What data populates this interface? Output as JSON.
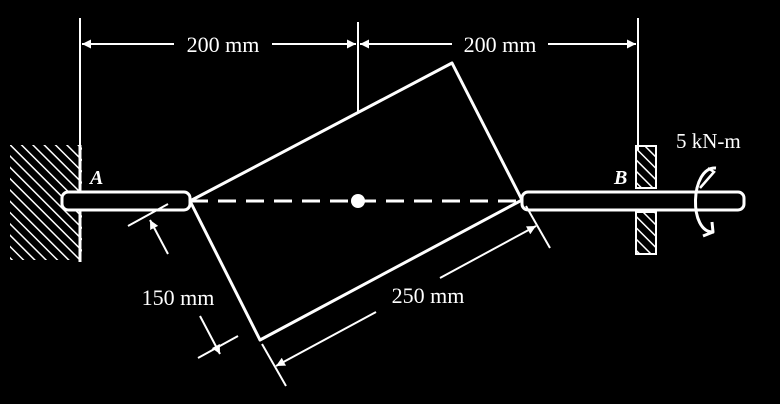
{
  "labels": {
    "dim_left_top": "200 mm",
    "dim_right_top": "200 mm",
    "dim_width": "150 mm",
    "dim_length": "250 mm",
    "support_a": "A",
    "support_b": "B",
    "torque": "5 kN-m"
  },
  "colors": {
    "background": "#000000",
    "line": "#ffffff"
  }
}
